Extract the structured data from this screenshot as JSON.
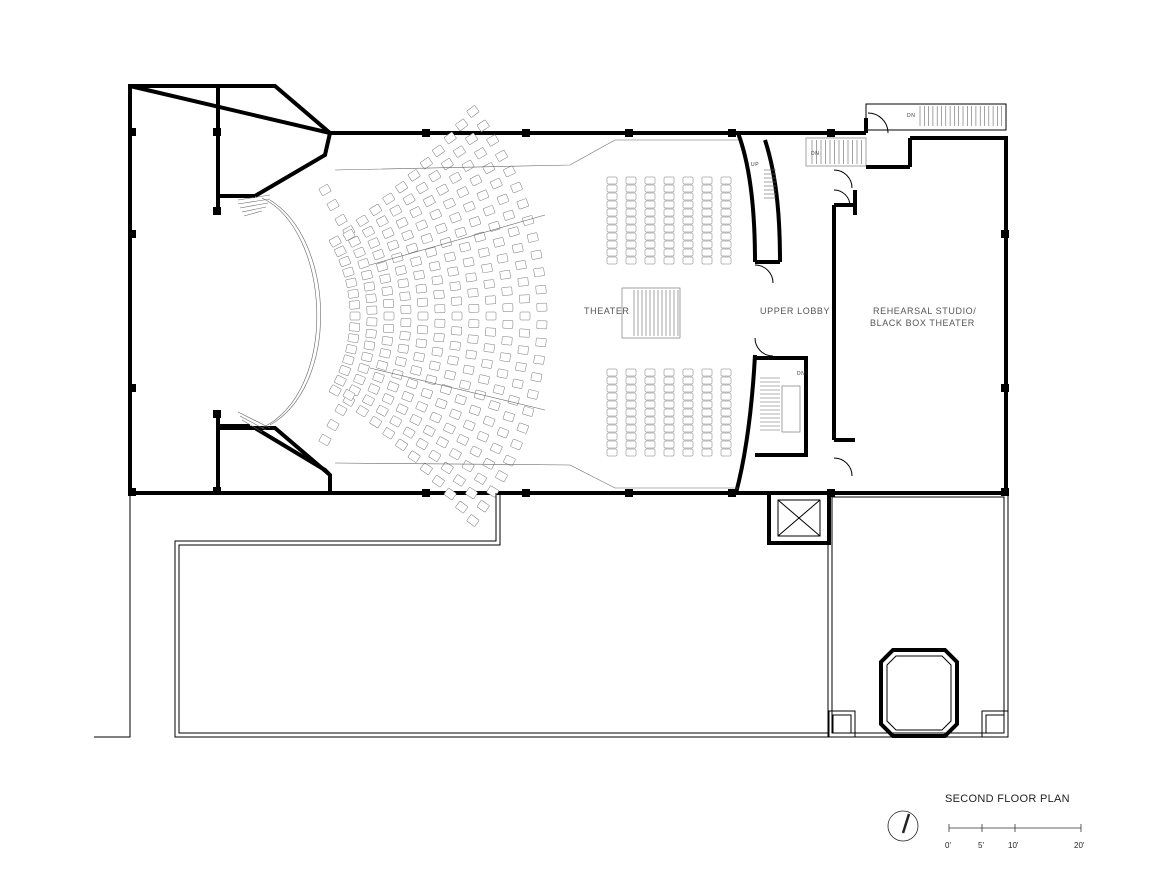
{
  "plan": {
    "title": "SECOND FLOOR PLAN",
    "rooms": {
      "theater": "THEATER",
      "upper_lobby": "UPPER LOBBY",
      "rehearsal_line1": "REHEARSAL STUDIO/",
      "rehearsal_line2": "BLACK BOX THEATER"
    },
    "stair_labels": {
      "up": "UP",
      "dn_top": "DN",
      "dn_mid": "DN",
      "dn_lobby": "DN"
    },
    "scale": {
      "ticks": [
        "0'",
        "5'",
        "10'",
        "20'"
      ]
    },
    "north_arrow": "north-arrow-icon"
  }
}
